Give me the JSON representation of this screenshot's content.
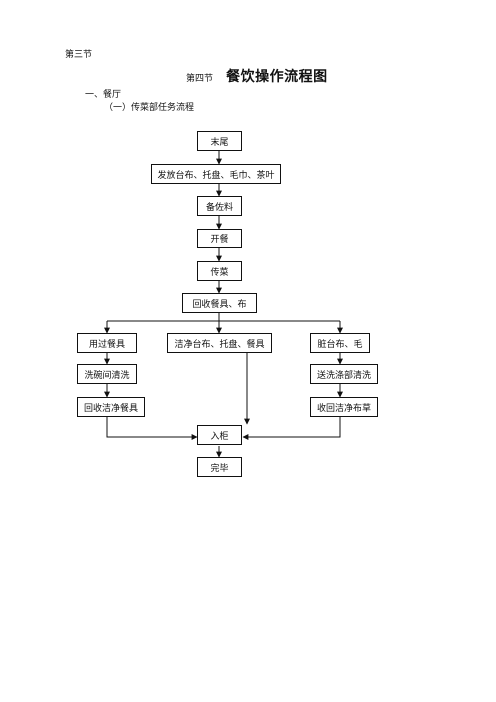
{
  "document": {
    "section_prev": "第三节",
    "section_label": "第四节",
    "title": "餐饮操作流程图",
    "heading1": "一、餐厅",
    "heading2": "（一）传菜部任务流程"
  },
  "flow": {
    "n1": "末尾",
    "n2": "发放台布、托盘、毛巾、茶叶",
    "n3": "备佐料",
    "n4": "开餐",
    "n5": "传菜",
    "n6": "回收餐具、布",
    "left1": "用过餐具",
    "mid1": "洁净台布、托盘、餐具",
    "right1": "脏台布、毛",
    "left2": "洗碗间清洗",
    "right2": "送洗涤部清洗",
    "left3": "回收洁净餐具",
    "right3": "收回洁净布草",
    "n7": "入柜",
    "n8": "完毕"
  }
}
